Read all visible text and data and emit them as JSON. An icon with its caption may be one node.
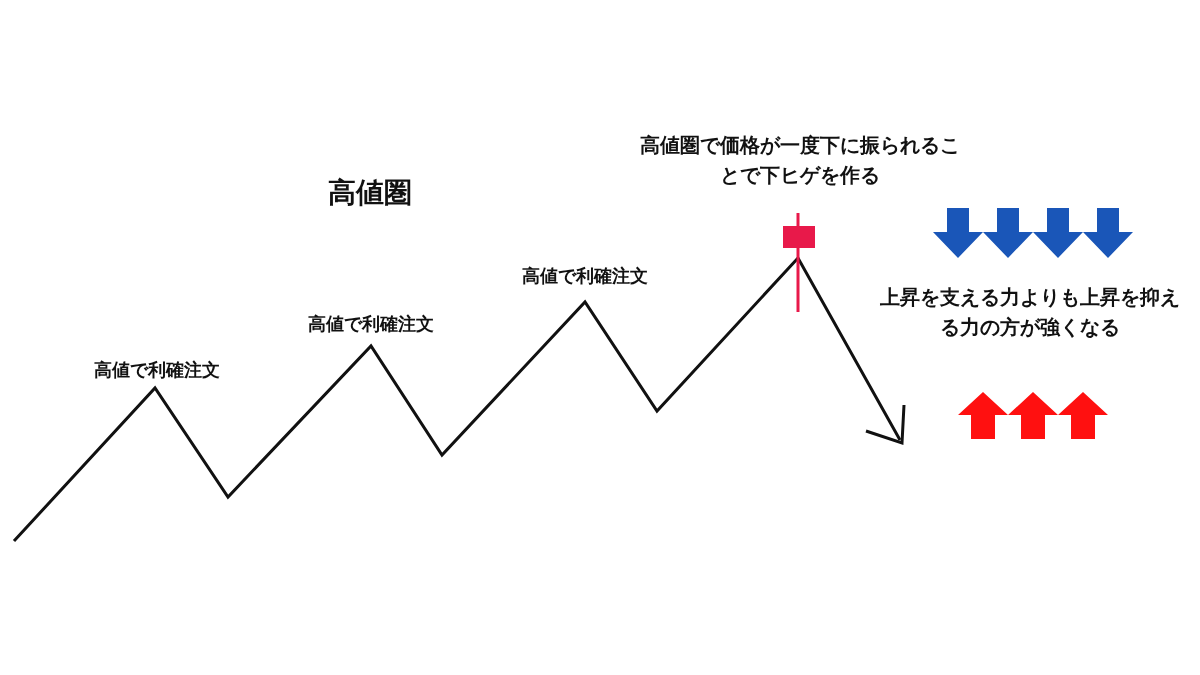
{
  "diagram": {
    "title": "高値圏",
    "labels": [
      "高値圏で価格が一度下に振られることで下ヒゲを作る",
      "高値で利確注文",
      "高値で利確注文",
      "高値で利確注文",
      "上昇を支える力よりも上昇を抑える力の方が強くなる"
    ]
  }
}
